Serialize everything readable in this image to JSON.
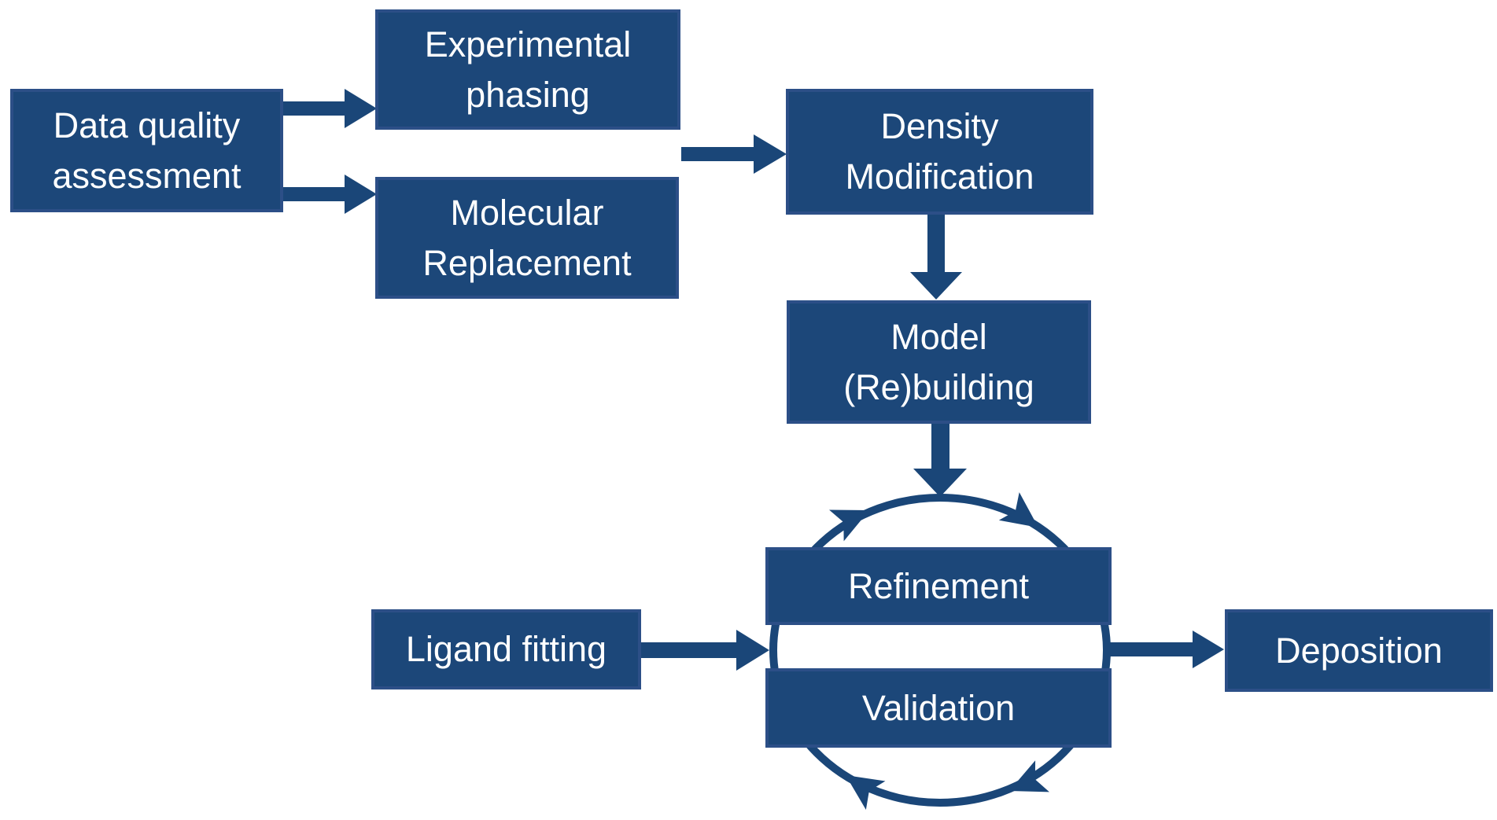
{
  "diagram": {
    "background": "#FFFFFF",
    "node_fill": "#1C4779",
    "node_border": "#2C4F87",
    "arrow_color": "#1A4678",
    "text_color": "#FFFFFF",
    "nodes": {
      "data_quality": {
        "label": "Data quality\nassessment"
      },
      "experimental_phasing": {
        "label": "Experimental\nphasing"
      },
      "molecular_replacement": {
        "label": "Molecular\nReplacement"
      },
      "density_modification": {
        "label": "Density\nModification"
      },
      "model_rebuilding": {
        "label": "Model\n(Re)building"
      },
      "refinement": {
        "label": "Refinement"
      },
      "validation": {
        "label": "Validation"
      },
      "ligand_fitting": {
        "label": "Ligand fitting"
      },
      "deposition": {
        "label": "Deposition"
      }
    },
    "edges": [
      {
        "from": "Data quality assessment",
        "to": "Experimental phasing",
        "style": "block-arrow"
      },
      {
        "from": "Data quality assessment",
        "to": "Molecular Replacement",
        "style": "block-arrow"
      },
      {
        "from": "Experimental phasing / Molecular Replacement",
        "to": "Density Modification",
        "style": "block-arrow"
      },
      {
        "from": "Density Modification",
        "to": "Model (Re)building",
        "style": "block-arrow"
      },
      {
        "from": "Model (Re)building",
        "to": "Refinement-Validation cycle",
        "style": "block-arrow"
      },
      {
        "from": "Ligand fitting",
        "to": "Refinement-Validation cycle",
        "style": "block-arrow"
      },
      {
        "from": "Refinement-Validation cycle",
        "to": "Deposition",
        "style": "block-arrow"
      },
      {
        "cycle": "Refinement and Validation iterate in a clockwise loop (circular arrow with four arrowheads)"
      }
    ]
  }
}
